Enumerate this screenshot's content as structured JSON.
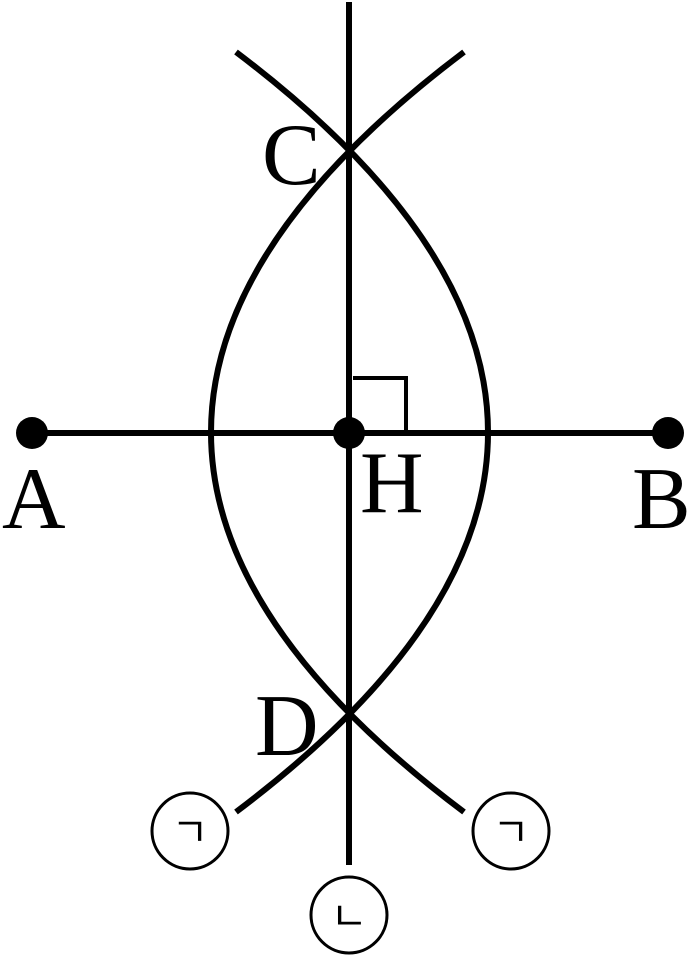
{
  "diagram": {
    "points": {
      "A": "A",
      "B": "B",
      "C": "C",
      "D": "D",
      "H": "H"
    },
    "markers": {
      "arc_left": "ㄱ",
      "arc_right": "ㄱ",
      "bisector": "ㄴ"
    },
    "colors": {
      "ink": "#000000",
      "background": "#ffffff"
    }
  }
}
